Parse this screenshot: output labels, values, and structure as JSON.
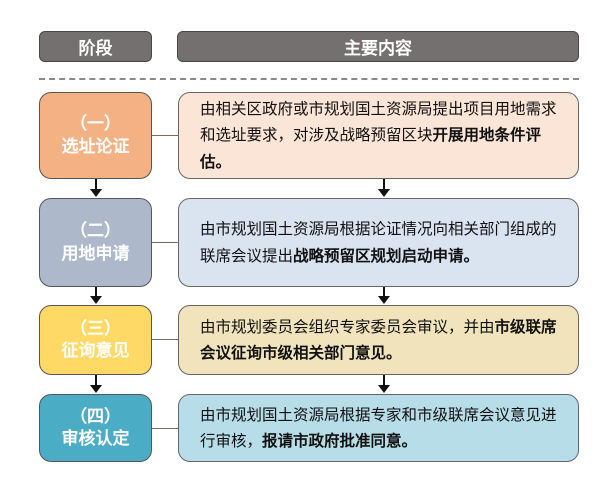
{
  "header": {
    "stage_label": "阶段",
    "content_label": "主要内容"
  },
  "colors": {
    "header_bg": "#757070",
    "stage1": "#f4b183",
    "content1": "#fbe5d6",
    "stage2": "#adb9ca",
    "content2": "#dae3f0",
    "stage3": "#ffd966",
    "content3": "#f1e4bd",
    "stage4": "#4bacc6",
    "content4": "#b7dde8"
  },
  "rows": [
    {
      "number": "（一）",
      "title": "选址论证",
      "text_normal": "由相关区政府或市规划国土资源局提出项目用地需求和选址要求，对涉及战略预留区块",
      "text_bold": "开展用地条件评估。"
    },
    {
      "number": "（二）",
      "title": "用地申请",
      "text_normal": "由市规划国土资源局根据论证情况向相关部门组成的联席会议提出",
      "text_bold": "战略预留区规划启动申请。"
    },
    {
      "number": "（三）",
      "title": "征询意见",
      "text_normal": "由市规划委员会组织专家委员会审议，并由",
      "text_bold": "市级联席会议征询市级相关部门意见。"
    },
    {
      "number": "（四）",
      "title": "审核认定",
      "text_normal": "由市规划国土资源局根据专家和市级联席会议意见进行审核，",
      "text_bold": "报请市政府批准同意。"
    }
  ]
}
